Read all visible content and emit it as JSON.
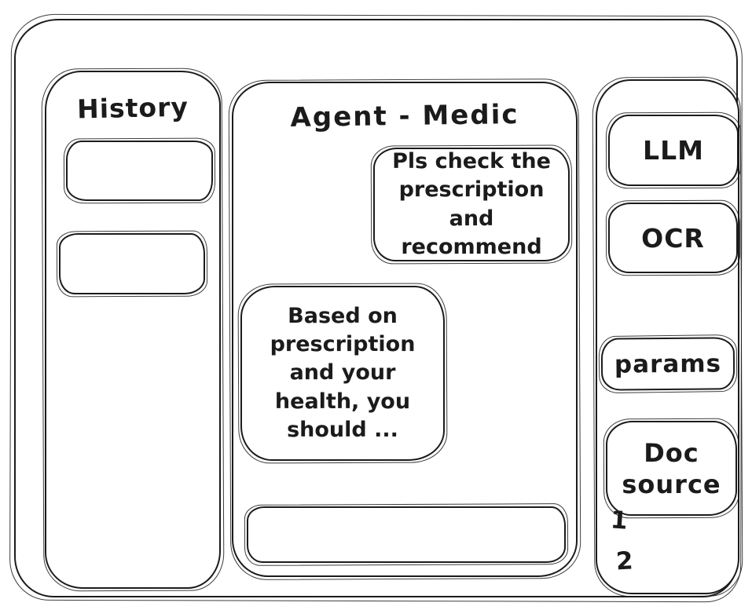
{
  "app": {
    "title": "Agent - Medic"
  },
  "history": {
    "title": "History",
    "items": [
      {
        "label": ""
      },
      {
        "label": ""
      }
    ]
  },
  "chat": {
    "title": "Agent - Medic",
    "messages": [
      {
        "role": "user",
        "text": "Pls check the prescription and recommend"
      },
      {
        "role": "assistant",
        "text": "Based on prescription and your health, you should ..."
      }
    ],
    "input": {
      "value": "",
      "placeholder": ""
    }
  },
  "tools": {
    "buttons": [
      {
        "id": "llm",
        "label": "LLM"
      },
      {
        "id": "ocr",
        "label": "OCR"
      },
      {
        "id": "params",
        "label": "params"
      },
      {
        "id": "doc_source",
        "label": "Doc source"
      }
    ],
    "doc_source_items": [
      {
        "label": "1"
      },
      {
        "label": "2"
      }
    ]
  },
  "colors": {
    "ink": "#1b1b1b",
    "background": "#ffffff"
  }
}
